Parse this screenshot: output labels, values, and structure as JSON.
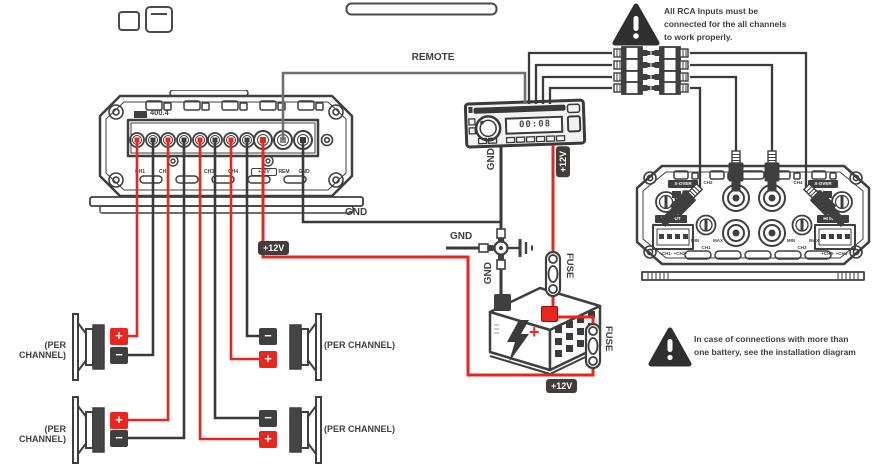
{
  "amp_left": {
    "model": "400.4",
    "terminals": [
      "CH1",
      "CH2",
      "CH3",
      "CH4",
      "+12V",
      "REM",
      "GND"
    ]
  },
  "amp_right": {
    "xover": "X-OVER",
    "hp": "HP",
    "lp": "LP",
    "ch1": "CH1",
    "ch2": "CH2",
    "ch3": "CH3",
    "ch4": "CH4",
    "min": "MIN",
    "max": "MAX",
    "hi_input": "HI INPUT",
    "pins_left": "+CH1-  +CH2-",
    "pins_right": "+CH3-  +CH4-"
  },
  "head_unit": {
    "display": "00:08"
  },
  "battery": {
    "plus": "+"
  },
  "wiring": {
    "remote": "REMOTE",
    "gnd": "GND",
    "p12v": "+12V",
    "fuse": "FUSE"
  },
  "speakers": {
    "per_channel": "(PER CHANNEL)",
    "plus": "+",
    "minus": "−"
  },
  "warnings": {
    "rca": {
      "lines": [
        "All RCA Inputs must be",
        "connected for the all channels",
        "to work properly."
      ]
    },
    "battery": {
      "lines": [
        "In case of connections with more than",
        "one battery, see the installation diagram"
      ]
    }
  },
  "colors": {
    "positive": "#e8251f",
    "negative": "#3a3a3a",
    "remote_wire": "#6f6f6f"
  }
}
